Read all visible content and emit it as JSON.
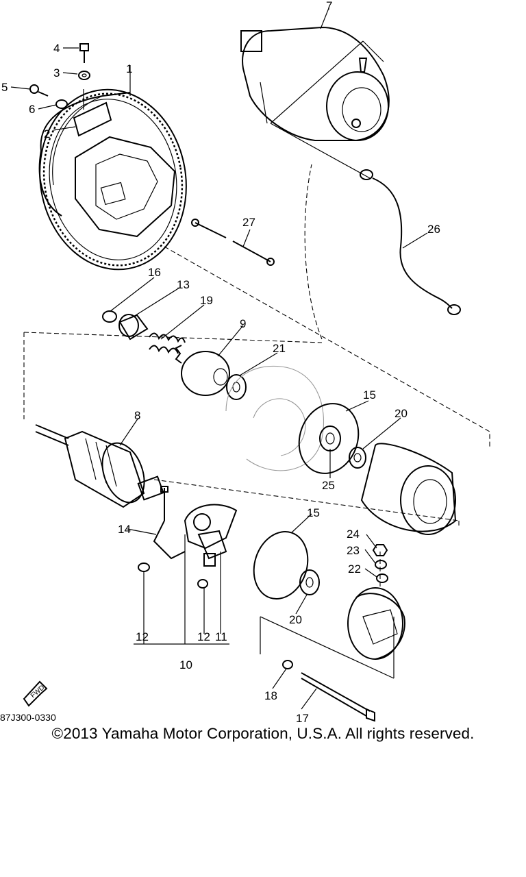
{
  "diagram": {
    "part_labels": {
      "p1": "1",
      "p2": "2",
      "p3": "3",
      "p4": "4",
      "p5": "5",
      "p6": "6",
      "p7": "7",
      "p8": "8",
      "p9": "9",
      "p10": "10",
      "p11": "11",
      "p12a": "12",
      "p12b": "12",
      "p13": "13",
      "p14": "14",
      "p15a": "15",
      "p15b": "15",
      "p16": "16",
      "p17": "17",
      "p18": "18",
      "p19": "19",
      "p20a": "20",
      "p20b": "20",
      "p21": "21",
      "p22": "22",
      "p23": "23",
      "p24": "24",
      "p25": "25",
      "p26": "26",
      "p27": "27"
    },
    "fwd_mark": "FWD",
    "drawing_code": "87J300-0330"
  },
  "footer": {
    "copyright": "©2013 Yamaha Motor Corporation, U.S.A. All rights reserved."
  }
}
